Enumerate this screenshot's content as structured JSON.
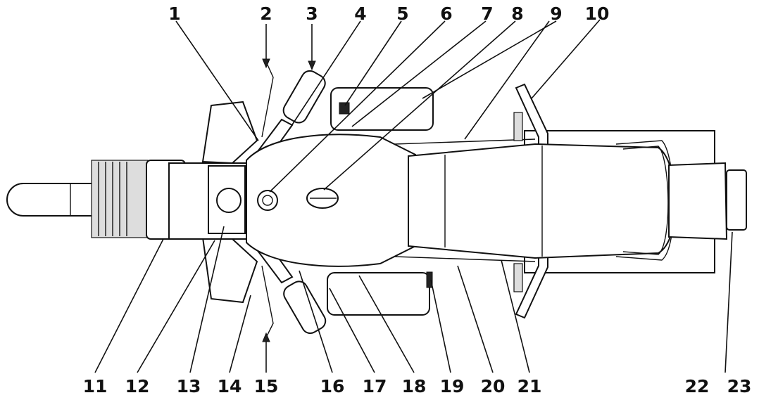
{
  "callouts": [
    {
      "n": "1"
    },
    {
      "n": "2"
    },
    {
      "n": "3"
    },
    {
      "n": "4"
    },
    {
      "n": "5"
    },
    {
      "n": "6"
    },
    {
      "n": "7"
    },
    {
      "n": "8"
    },
    {
      "n": "9"
    },
    {
      "n": "10"
    },
    {
      "n": "11"
    },
    {
      "n": "12"
    },
    {
      "n": "13"
    },
    {
      "n": "14"
    },
    {
      "n": "15"
    },
    {
      "n": "16"
    },
    {
      "n": "17"
    },
    {
      "n": "18"
    },
    {
      "n": "19"
    },
    {
      "n": "20"
    },
    {
      "n": "21"
    },
    {
      "n": "22"
    },
    {
      "n": "23"
    }
  ]
}
